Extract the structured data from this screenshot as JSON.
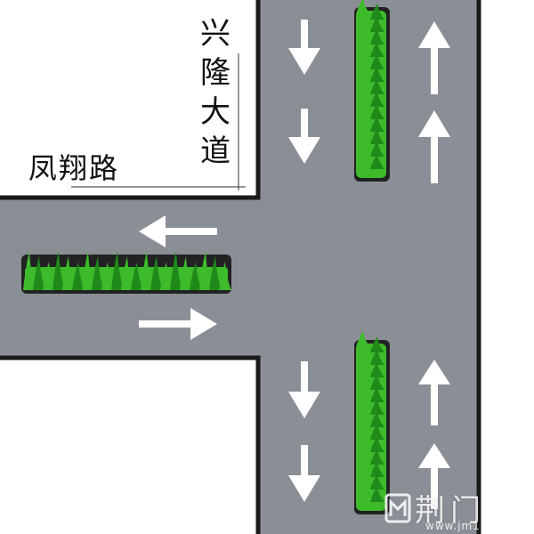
{
  "roads": {
    "vertical_name": [
      "兴",
      "隆",
      "大",
      "道"
    ],
    "horizontal_name": "凤翔路"
  },
  "watermark": {
    "text": "荆门",
    "url": "www.jm1"
  },
  "colors": {
    "road": "#8a8f96",
    "edge": "#1a1a1a",
    "grass": "#3dbb2b",
    "grass_dark": "#1f8a1a",
    "arrow": "#ffffff"
  }
}
